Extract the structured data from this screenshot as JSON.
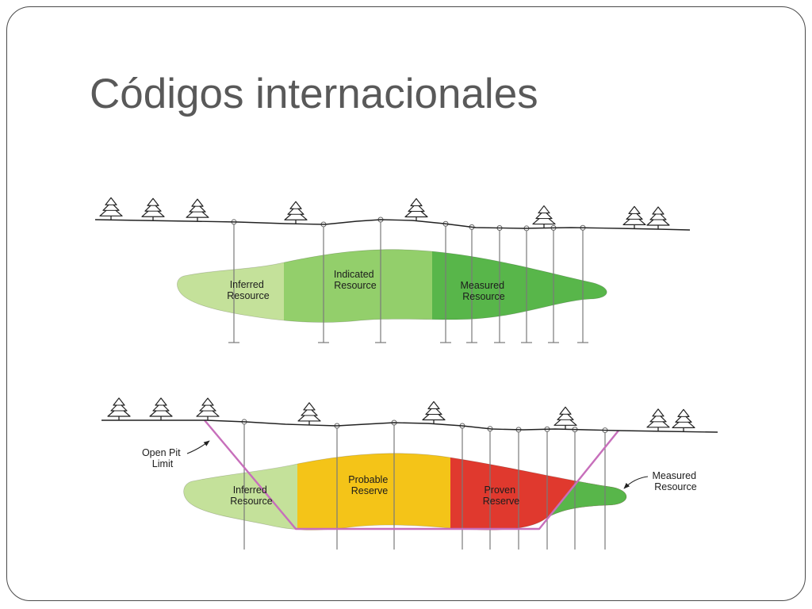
{
  "slide": {
    "title": "Códigos internacionales"
  },
  "colors": {
    "inferred_resource": "#c4e19a",
    "indicated_resource": "#93cf6b",
    "measured_resource": "#58b64a",
    "probable_reserve": "#f4c418",
    "proven_reserve": "#e0392e",
    "pit_limit": "#c76fbb"
  },
  "diagram_resources": {
    "zones": [
      {
        "lines": [
          "Inferred",
          "Resource"
        ]
      },
      {
        "lines": [
          "Indicated",
          "Resource"
        ]
      },
      {
        "lines": [
          "Measured",
          "Resource"
        ]
      }
    ]
  },
  "diagram_reserves": {
    "zones": [
      {
        "lines": [
          "Inferred",
          "Resource"
        ]
      },
      {
        "lines": [
          "Probable",
          "Reserve"
        ]
      },
      {
        "lines": [
          "Proven",
          "Reserve"
        ]
      }
    ],
    "callouts": {
      "pit_limit": {
        "lines": [
          "Open Pit",
          "Limit"
        ]
      },
      "measured": {
        "lines": [
          "Measured",
          "Resource"
        ]
      }
    }
  }
}
